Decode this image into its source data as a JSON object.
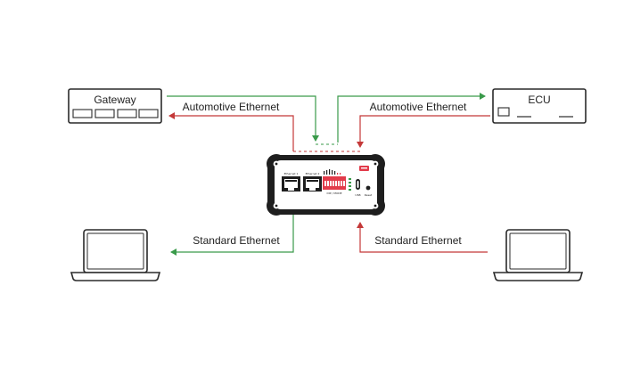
{
  "gateway": {
    "label": "Gateway"
  },
  "ecu": {
    "label": "ECU"
  },
  "links": {
    "automotive_left": "Automotive Ethernet",
    "automotive_right": "Automotive Ethernet",
    "standard_left": "Standard Ethernet",
    "standard_right": "Standard Ethernet"
  },
  "colors": {
    "green": "#3a9a4a",
    "red": "#c43838",
    "outline": "#2a2a2a",
    "port_panel": "#e23b4a"
  },
  "device": {
    "port1_label": "Ethernet 1",
    "port2_label": "Ethernet 2",
    "dip_label": "DIP / MODE",
    "usb_label": "USB",
    "reset_label": "Reset"
  }
}
